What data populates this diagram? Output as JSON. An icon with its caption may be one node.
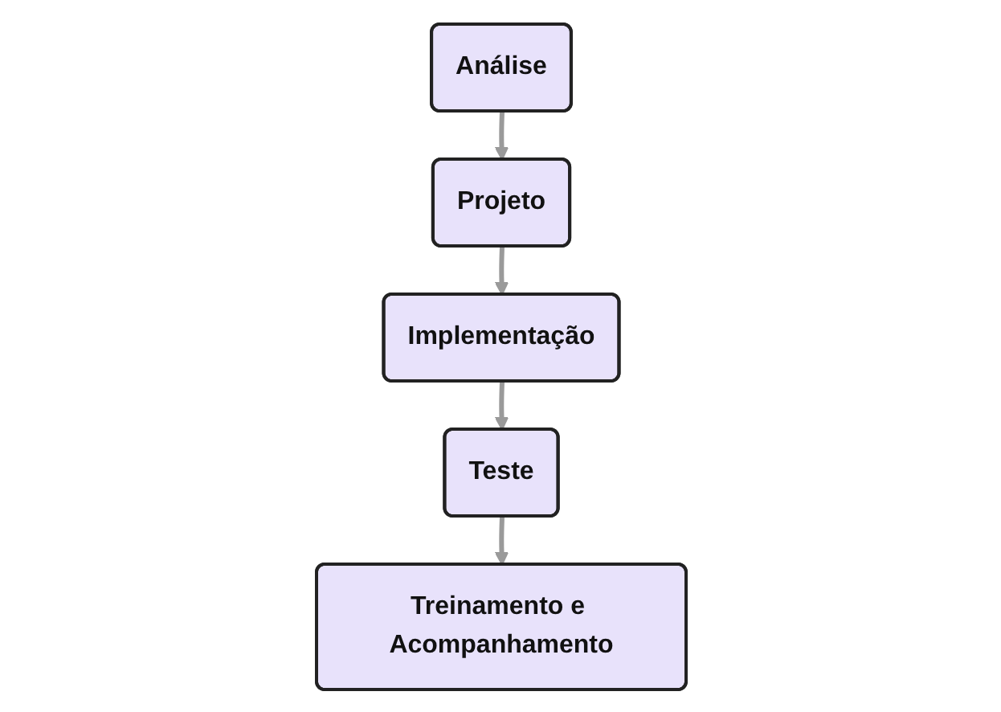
{
  "diagram": {
    "nodes": [
      {
        "text": [
          "Análise"
        ]
      },
      {
        "text": [
          "Projeto"
        ]
      },
      {
        "text": [
          "Implementação"
        ]
      },
      {
        "text": [
          "Teste"
        ]
      },
      {
        "text": [
          "Treinamento e Acompanhamento"
        ]
      }
    ],
    "edges": [
      {
        "from": 0,
        "to": 1,
        "arrow": "to"
      },
      {
        "from": 1,
        "to": 2,
        "arrow": "to"
      },
      {
        "from": 2,
        "to": 3,
        "arrow": "to"
      },
      {
        "from": 3,
        "to": 4,
        "arrow": "to"
      }
    ]
  }
}
